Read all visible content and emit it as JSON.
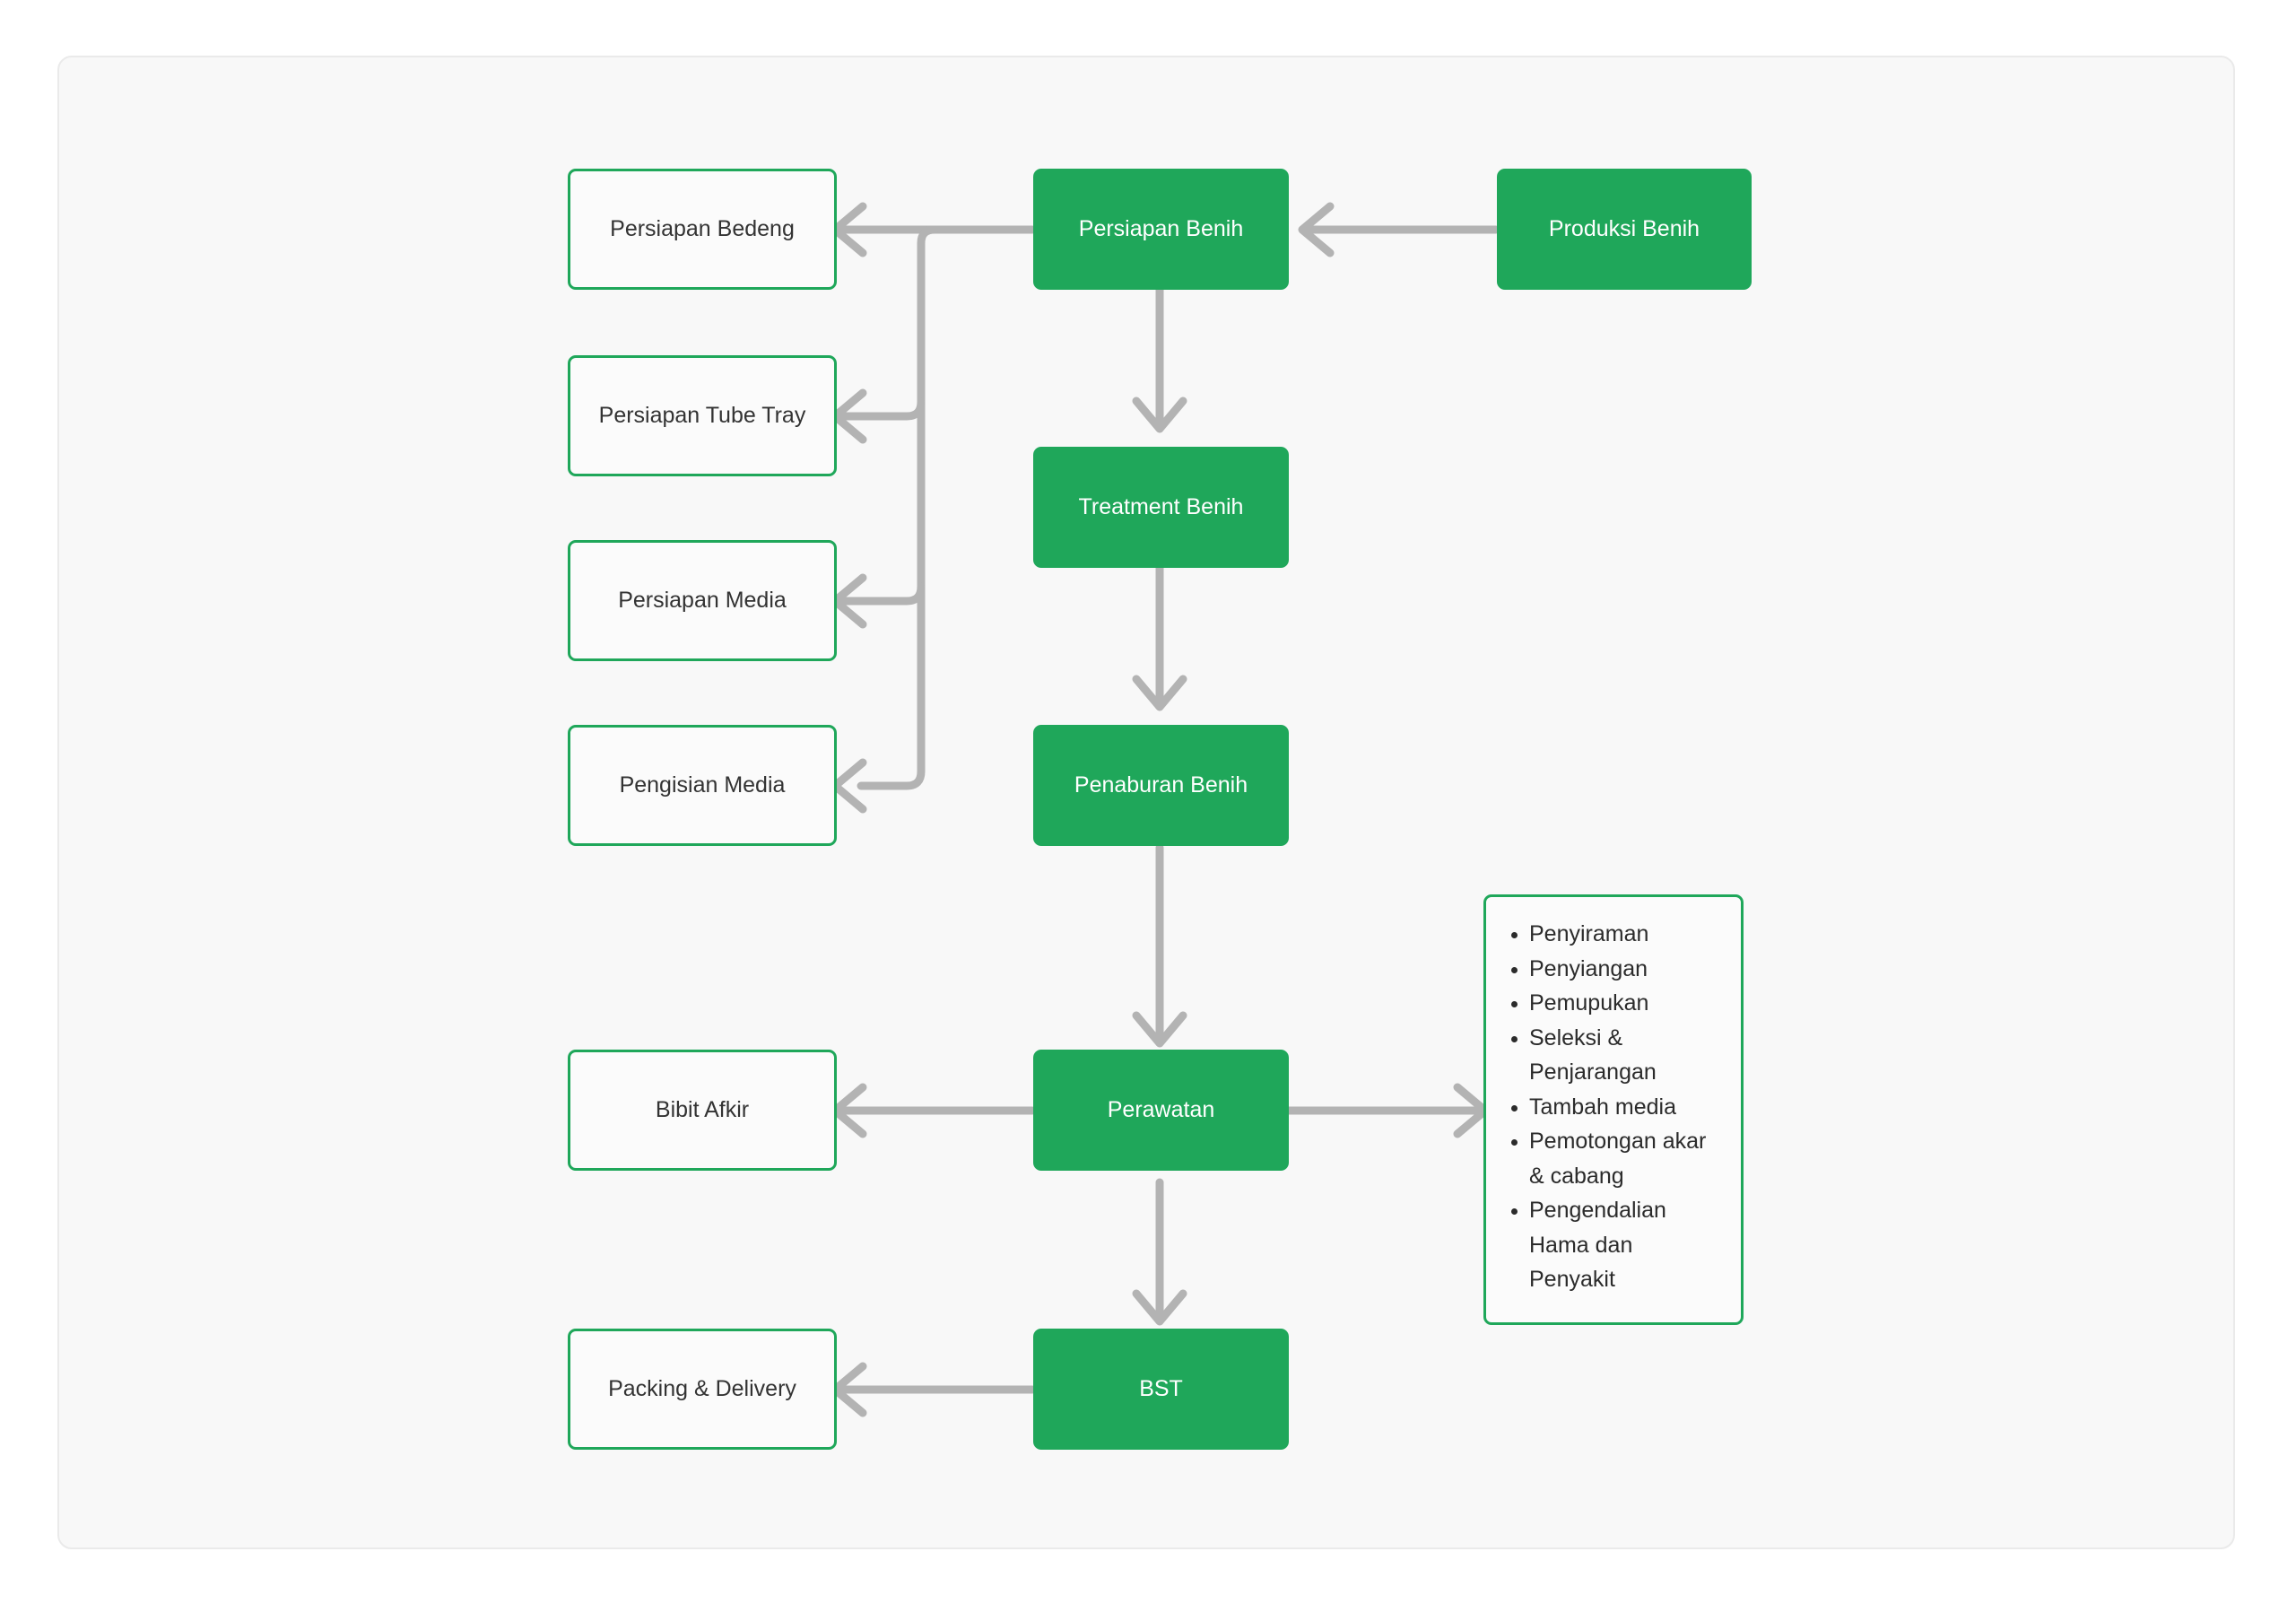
{
  "diagram": {
    "type": "flowchart",
    "orientation": "top-to-bottom with lateral branches",
    "colors": {
      "node_fill_green": "#1fa75a",
      "node_border_green": "#1fa75a",
      "node_outlined_fill": "#fbfbfb",
      "connector_gray": "#b3b3b3",
      "card_background": "#f8f8f8",
      "card_border": "#eaeaea",
      "text_dark": "#333333",
      "text_light": "#ffffff"
    },
    "nodes": [
      {
        "id": "persiapan-bedeng",
        "label": "Persiapan Bedeng",
        "style": "outlined"
      },
      {
        "id": "persiapan-tube-tray",
        "label": "Persiapan Tube Tray",
        "style": "outlined"
      },
      {
        "id": "persiapan-media",
        "label": "Persiapan Media",
        "style": "outlined"
      },
      {
        "id": "pengisian-media",
        "label": "Pengisian Media",
        "style": "outlined"
      },
      {
        "id": "bibit-afkir",
        "label": "Bibit Afkir",
        "style": "outlined"
      },
      {
        "id": "packing-delivery",
        "label": "Packing & Delivery",
        "style": "outlined"
      },
      {
        "id": "persiapan-benih",
        "label": "Persiapan Benih",
        "style": "filled"
      },
      {
        "id": "treatment-benih",
        "label": "Treatment Benih",
        "style": "filled"
      },
      {
        "id": "penaburan-benih",
        "label": "Penaburan Benih",
        "style": "filled"
      },
      {
        "id": "perawatan",
        "label": "Perawatan",
        "style": "filled"
      },
      {
        "id": "bst",
        "label": "BST",
        "style": "filled"
      },
      {
        "id": "produksi-benih",
        "label": "Produksi Benih",
        "style": "filled"
      }
    ],
    "perawatan_tasks": {
      "id": "perawatan-tasks",
      "style": "outlined-list",
      "items": [
        "Penyiraman",
        "Penyiangan",
        "Pemupukan",
        "Seleksi & Penjarangan",
        "Tambah media",
        "Pemotongan akar & cabang",
        "Pengendalian Hama dan Penyakit"
      ]
    },
    "edges": [
      {
        "from": "produksi-benih",
        "to": "persiapan-benih",
        "direction": "left"
      },
      {
        "from": "persiapan-benih",
        "to": "persiapan-bedeng",
        "direction": "left"
      },
      {
        "from": "persiapan-benih",
        "to": "persiapan-tube-tray",
        "direction": "left-elbow"
      },
      {
        "from": "persiapan-benih",
        "to": "persiapan-media",
        "direction": "left-elbow"
      },
      {
        "from": "persiapan-benih",
        "to": "pengisian-media",
        "direction": "left-elbow"
      },
      {
        "from": "persiapan-benih",
        "to": "treatment-benih",
        "direction": "down"
      },
      {
        "from": "treatment-benih",
        "to": "penaburan-benih",
        "direction": "down"
      },
      {
        "from": "penaburan-benih",
        "to": "perawatan",
        "direction": "down"
      },
      {
        "from": "perawatan",
        "to": "bibit-afkir",
        "direction": "left"
      },
      {
        "from": "perawatan",
        "to": "perawatan-tasks",
        "direction": "right"
      },
      {
        "from": "perawatan",
        "to": "bst",
        "direction": "down"
      },
      {
        "from": "bst",
        "to": "packing-delivery",
        "direction": "left"
      }
    ]
  }
}
